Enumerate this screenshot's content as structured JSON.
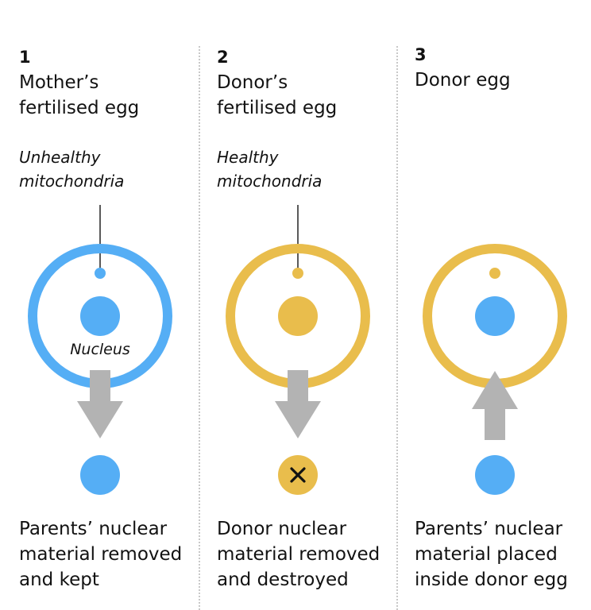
{
  "colors": {
    "unhealthy": "#55aef5",
    "healthy": "#e9bd4c",
    "arrow": "#b3b3b3",
    "text": "#121212",
    "divider": "#c8c8c8"
  },
  "panels": [
    {
      "number": "1",
      "title": "Mother’s\nfertilised egg",
      "mitochondria_label": "Unhealthy\nmitochondria",
      "nucleus_label": "Nucleus",
      "arrow_direction": "down",
      "result_marker": "none",
      "caption": "Parents’ nuclear\nmaterial removed\nand kept"
    },
    {
      "number": "2",
      "title": "Donor’s\nfertilised egg",
      "mitochondria_label": "Healthy\nmitochondria",
      "arrow_direction": "down",
      "result_marker": "cross-icon",
      "caption": "Donor nuclear\nmaterial removed\nand destroyed"
    },
    {
      "number": "3",
      "title": "Donor egg",
      "arrow_direction": "up",
      "result_marker": "none",
      "caption": "Parents’ nuclear\nmaterial placed\ninside donor egg"
    }
  ]
}
